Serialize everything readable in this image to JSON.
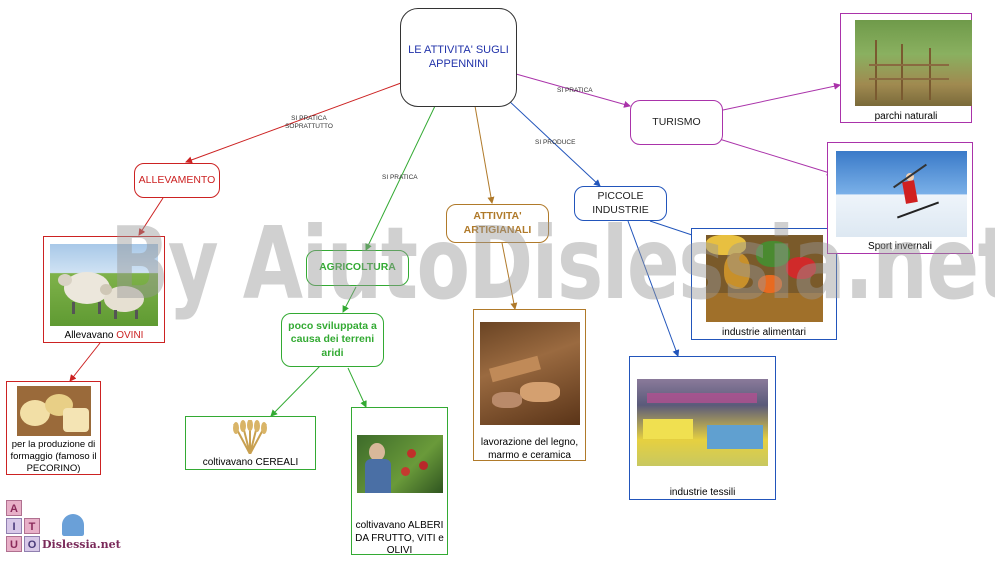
{
  "center": "LE ATTIVITA' SUGLI APPENNINI",
  "links": {
    "allevamento": "SI PRATICA SOPRATTUTTO",
    "agricoltura": "SI PRATICA",
    "industrie": "SI PRODUCE",
    "turismo": "SI PRATICA"
  },
  "nodes": {
    "allevamento": "ALLEVAMENTO",
    "agricoltura": "AGRICOLTURA",
    "agricoltura_note": "poco sviluppata a causa dei terreni aridi",
    "artigianali": "ATTIVITA' ARTIGIANALI",
    "industrie": "PICCOLE INDUSTRIE",
    "turismo": "TURISMO"
  },
  "cards": {
    "ovini_prefix": "Allevavano ",
    "ovini_highlight": "OVINI",
    "formaggio": "per la produzione di formaggio (famoso il PECORINO)",
    "cereali": "coltivavano CEREALI",
    "alberi": "coltivavano ALBERI DA FRUTTO, VITI e OLIVI",
    "legno": "lavorazione del legno, marmo e ceramica",
    "alimentari": "industrie alimentari",
    "tessili": "industrie tessili",
    "parchi": "parchi naturali",
    "sport": "Sport invernali"
  },
  "watermark": "By AiutoDislessia.net",
  "logo": {
    "letters": [
      "A",
      "I",
      "T",
      "U",
      "O"
    ],
    "text": "Dislessia.net"
  },
  "colors": {
    "red": "#cc2222",
    "green": "#33aa33",
    "brown": "#b07a2a",
    "blue": "#2255bb",
    "purple": "#aa33aa",
    "center_text": "#2233aa"
  }
}
